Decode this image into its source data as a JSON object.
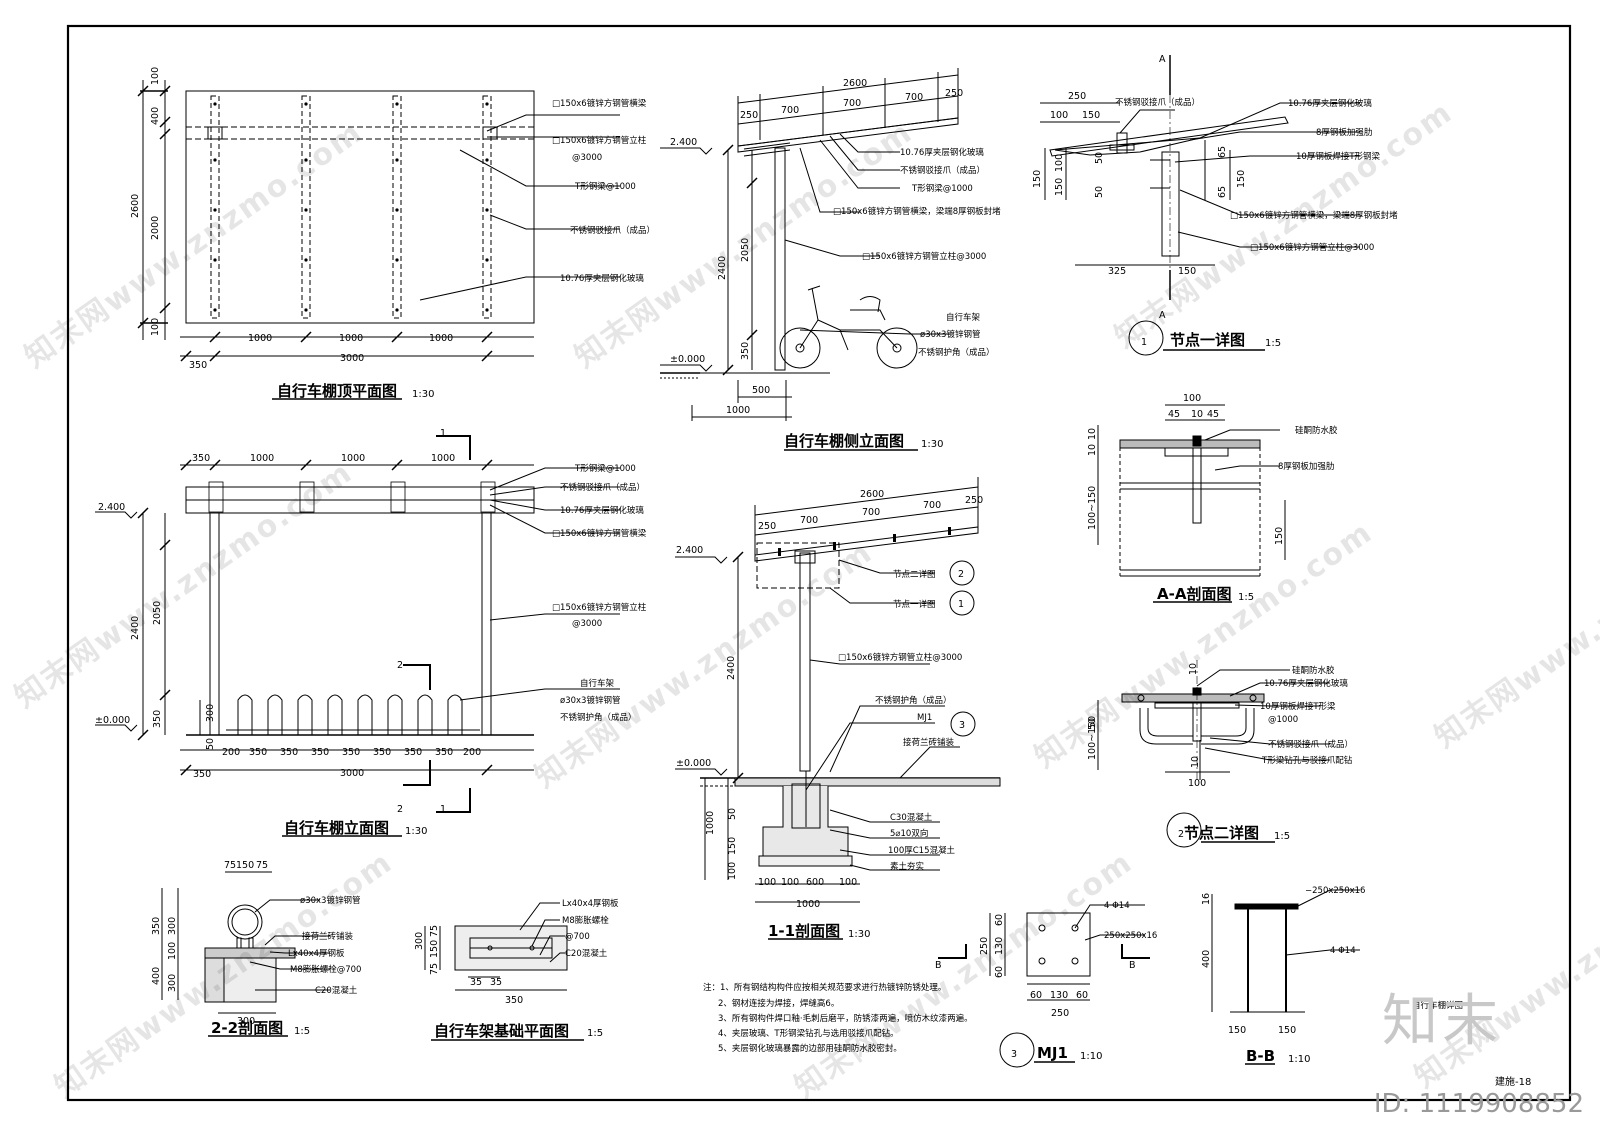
{
  "titles": {
    "roof_plan": "自行车棚顶平面图",
    "side_elevation": "自行车棚侧立面图",
    "elevation": "自行车棚立面图",
    "section_1_1": "1-1剖面图",
    "section_2_2": "2-2剖面图",
    "rack_foundation": "自行车架基础平面图",
    "node1": "节点一详图",
    "node2": "节点二详图",
    "section_aa": "A-A剖面图",
    "mj1": "MJ1",
    "bb": "B-B",
    "detail_sheet": "自行车棚详图"
  },
  "scales": {
    "s130": "1:30",
    "s15": "1:5",
    "s110": "1:10"
  },
  "bubbles": {
    "n1": "1",
    "n2": "2",
    "n3": "3"
  },
  "section_marks": {
    "one": "1",
    "two": "2",
    "a": "A",
    "b": "B"
  },
  "roof_plan": {
    "dims_v": [
      "100",
      "400",
      "2000",
      "2600",
      "100"
    ],
    "dims_h": [
      "350",
      "1000",
      "1000",
      "1000",
      "3000"
    ],
    "notes": [
      "□150x6镀锌方钢管横梁",
      "□150x6镀锌方钢管立柱",
      "@3000",
      "T形钢梁@1000",
      "不锈钢驳接爪（成品）",
      "10.76厚夹层钢化玻璃"
    ]
  },
  "side_elevation": {
    "dims_top": [
      "2600",
      "250",
      "700",
      "700",
      "700",
      "250"
    ],
    "dims_v": [
      "2400",
      "2050",
      "350"
    ],
    "dims_bot": [
      "500",
      "1000"
    ],
    "levels": [
      "2.400",
      "±0.000"
    ],
    "notes": [
      "10.76厚夹层钢化玻璃",
      "不锈钢驳接爪（成品）",
      "T形钢梁@1000",
      "□150x6镀锌方钢管横梁，梁端8厚钢板封堵",
      "□150x6镀锌方钢管立柱@3000",
      "自行车架",
      "ø30x3镀锌钢管",
      "不锈钢护角（成品）"
    ]
  },
  "elevation": {
    "dims_top": [
      "350",
      "1000",
      "1000",
      "1000"
    ],
    "dims_v": [
      "2400",
      "2050",
      "350",
      "300",
      "50"
    ],
    "dims_bot": [
      "200",
      "350",
      "350",
      "350",
      "350",
      "350",
      "350",
      "350",
      "200",
      "350",
      "3000"
    ],
    "levels": [
      "2.400",
      "±0.000"
    ],
    "notes": [
      "T形钢梁@1000",
      "不锈钢驳接爪（成品）",
      "10.76厚夹层钢化玻璃",
      "□150x6镀锌方钢管横梁",
      "□150x6镀锌方钢管立柱",
      "@3000",
      "自行车架",
      "ø30x3镀锌钢管",
      "不锈钢护角（成品）"
    ]
  },
  "section_1_1": {
    "dims_top": [
      "2600",
      "250",
      "700",
      "700",
      "700",
      "250"
    ],
    "dims_v": [
      "2400",
      "1000",
      "50",
      "150",
      "100"
    ],
    "dims_bot": [
      "100",
      "100",
      "600",
      "100",
      "1000"
    ],
    "levels": [
      "2.400",
      "±0.000"
    ],
    "notes": [
      "节点二详图",
      "节点一详图",
      "□150x6镀锌方钢管立柱@3000",
      "不锈钢护角（成品）",
      "MJ1",
      "接荷兰砖铺装",
      "C30混凝土",
      "5⌀10双向",
      "100厚C15混凝土",
      "素土夯实"
    ]
  },
  "node1": {
    "dims": [
      "250",
      "100",
      "150",
      "50",
      "100",
      "150",
      "150",
      "50",
      "65",
      "65",
      "150",
      "325",
      "150"
    ],
    "notes": [
      "不锈钢驳接爪（成品）",
      "10.76厚夹层钢化玻璃",
      "8厚钢板加强肋",
      "10厚钢板焊接T形钢梁",
      "□150x6镀锌方钢管横梁，梁端8厚钢板封堵",
      "□150x6镀锌方钢管立柱@3000"
    ]
  },
  "section_aa": {
    "dims": [
      "100",
      "45",
      "10",
      "45",
      "10",
      "10",
      "100~150",
      "150"
    ],
    "notes": [
      "硅酮防水胶",
      "8厚钢板加强肋"
    ]
  },
  "node2": {
    "dims": [
      "10",
      "50",
      "100~150",
      "10",
      "100"
    ],
    "notes": [
      "硅酮防水胶",
      "10.76厚夹层钢化玻璃",
      "10厚钢板焊接T形梁",
      "@1000",
      "不锈钢驳接爪（成品）",
      "T形梁钻孔与驳接爪配钻"
    ]
  },
  "section_2_2": {
    "dims": [
      "75",
      "150",
      "75",
      "350",
      "300",
      "100",
      "400",
      "300",
      "300"
    ],
    "notes": [
      "ø30x3镀锌钢管",
      "接荷兰砖铺装",
      "Lx40x4厚钢板",
      "M8膨胀螺栓@700",
      "C20混凝土"
    ]
  },
  "rack_foundation": {
    "dims": [
      "300",
      "75",
      "150",
      "75",
      "35",
      "35",
      "350"
    ],
    "notes": [
      "Lx40x4厚钢板",
      "M8膨胀螺栓",
      "@700",
      "C20混凝土"
    ]
  },
  "mj1": {
    "dims": [
      "250",
      "60",
      "130",
      "60",
      "60",
      "130",
      "60",
      "250"
    ],
    "notes": [
      "4 Φ14",
      "250x250x16"
    ]
  },
  "bb": {
    "dims": [
      "16",
      "400",
      "150",
      "150"
    ],
    "notes": [
      "−250x250x16",
      "4 Φ14"
    ]
  },
  "general_notes": [
    "注：1、所有钢结构构件应按相关规范要求进行热镀锌防锈处理。",
    "2、钢材连接为焊接，焊缝高6。",
    "3、所有钢构件焊口釉·毛刺后磨平，防锈漆两遍，喷仿木纹漆两遍。",
    "4、夹层玻璃、T形钢梁钻孔与选用驳接爪配钻。",
    "5、夹层钢化玻璃暴露的边部用硅酮防水胶密封。"
  ],
  "sheet_no": "建施-18",
  "watermark": "知末网www.znzmo.com",
  "logo": "知末",
  "id_text": "ID: 1119908852"
}
